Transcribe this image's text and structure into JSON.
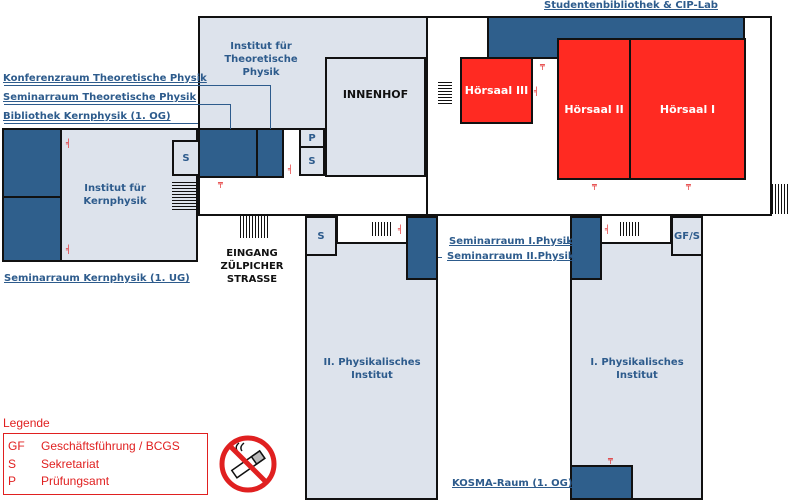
{
  "map": {
    "buildings": {
      "theo_inst": "Institut für Theoretische Physik",
      "kern_inst": "Institut für Kernphysik",
      "innenhof": "INNENHOF",
      "inst2": "II. Physikalisches Institut",
      "inst1": "I. Physikalisches Institut"
    },
    "halls": {
      "h3": "Hörsaal III",
      "h2": "Hörsaal II",
      "h1": "Hörsaal I"
    },
    "small_rooms": {
      "s1": "S",
      "s2": "S",
      "s3": "S",
      "p": "P",
      "gfs": "GF/S"
    },
    "entrance": "EINGANG ZÜLPICHER STRASSE",
    "links": {
      "studbib": "Studentenbibliothek & CIP-Lab",
      "konferenz": "Konferenzraum Theoretische Physik",
      "seminar_theo": "Seminarraum Theoretische Physik",
      "bib_kern": "Bibliothek Kernphysik (1. OG)",
      "seminar_kern": "Seminarraum Kernphysik (1. UG)",
      "seminar_1": "Seminarraum I.Physik",
      "seminar_2": "Seminarraum II.Physik",
      "kosma": "KOSMA-Raum (1. OG)"
    },
    "colors": {
      "building": "#dde3ec",
      "room": "#2f5f8c",
      "hall": "#ff2a22",
      "label": "#2d5b8c",
      "legend": "#e02020"
    }
  },
  "legend": {
    "title": "Legende",
    "entries": [
      {
        "key": "GF",
        "value": "Geschäftsführung / BCGS"
      },
      {
        "key": "S",
        "value": "Sekretariat"
      },
      {
        "key": "P",
        "value": "Prüfungsamt"
      }
    ],
    "no_smoking_icon": "no-smoking-icon"
  }
}
